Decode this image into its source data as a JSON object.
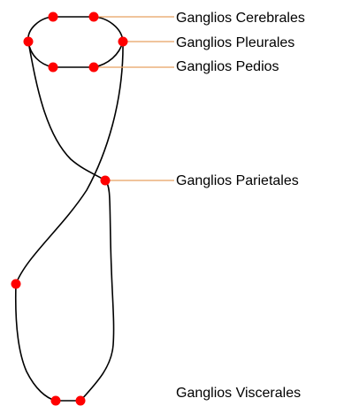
{
  "diagram": {
    "labels": {
      "cerebrales": "Ganglios Cerebrales",
      "pleurales": "Ganglios Pleurales",
      "pedios": "Ganglios Pedios",
      "parietales": "Ganglios Parietales",
      "viscerales": "Ganglios Viscerales"
    },
    "colors": {
      "ganglion": "#ff0000",
      "nerve": "#000000",
      "leader_line": "#e8a060",
      "background": "#ffffff"
    }
  }
}
